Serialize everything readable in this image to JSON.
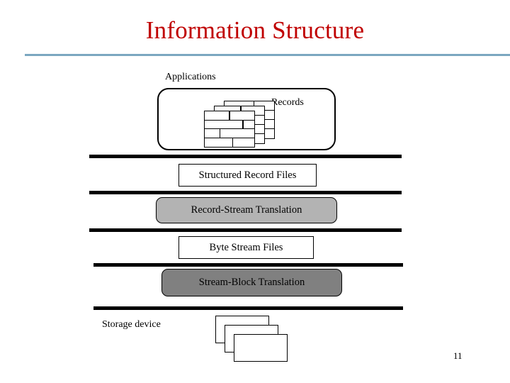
{
  "slide": {
    "title": "Information Structure",
    "page_number": "11",
    "title_color": "#c00000",
    "rule_color": "#7ba7c0"
  },
  "applications": {
    "label": "Applications",
    "records_label": "Records"
  },
  "layers": {
    "structured_record_files": "Structured Record Files",
    "record_stream_translation": "Record-Stream Translation",
    "byte_stream_files": "Byte Stream Files",
    "stream_block_translation": "Stream-Block Translation"
  },
  "storage": {
    "label": "Storage device"
  },
  "colors": {
    "translation_light_gray": "#b3b3b3",
    "translation_dark_gray": "#808080",
    "bar_black": "#000000",
    "box_white": "#ffffff"
  }
}
